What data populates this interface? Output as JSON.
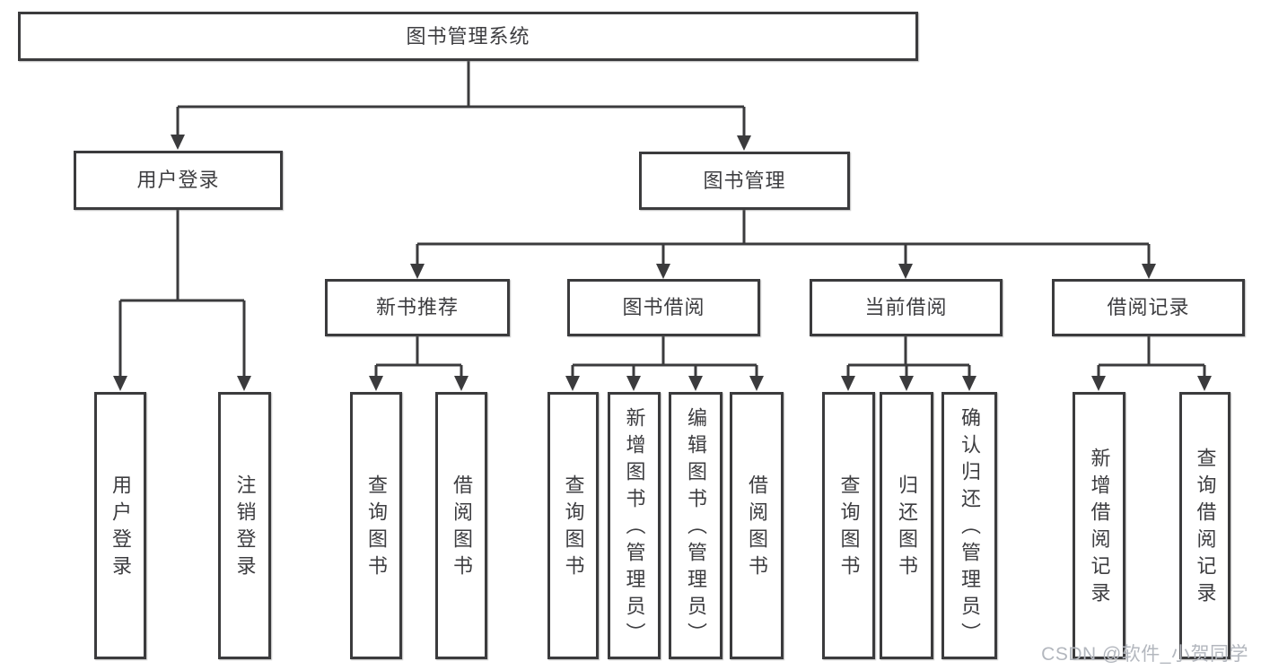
{
  "diagram": {
    "type": "hierarchy-tree",
    "title": "图书管理系统",
    "structure": {
      "图书管理系统": {
        "用户登录": [
          "用户登录",
          "注销登录"
        ],
        "图书管理": {
          "新书推荐": [
            "查询图书",
            "借阅图书"
          ],
          "图书借阅": [
            "查询图书",
            "新增图书（管理员）",
            "编辑图书（管理员）",
            "借阅图书"
          ],
          "当前借阅": [
            "查询图书",
            "归还图书",
            "确认归还（管理员）"
          ],
          "借阅记录": [
            "新增借阅记录",
            "查询借阅记录"
          ]
        }
      }
    }
  },
  "nodes": {
    "root": {
      "label": "图书管理系统"
    },
    "user_login": {
      "label": "用户登录"
    },
    "book_mgmt": {
      "label": "图书管理"
    },
    "new_book_rec": {
      "label": "新书推荐"
    },
    "book_borrow": {
      "label": "图书借阅"
    },
    "current_borrow": {
      "label": "当前借阅"
    },
    "borrow_records": {
      "label": "借阅记录"
    },
    "leaf_user_login": {
      "label": "用户登录"
    },
    "leaf_logout": {
      "label": "注销登录"
    },
    "leaf_query_book_1": {
      "label": "查询图书"
    },
    "leaf_borrow_book_1": {
      "label": "借阅图书"
    },
    "leaf_query_book_2": {
      "label": "查询图书"
    },
    "leaf_add_book": {
      "label": "新增图书（管理员）"
    },
    "leaf_edit_book": {
      "label": "编辑图书（管理员）"
    },
    "leaf_borrow_book_2": {
      "label": "借阅图书"
    },
    "leaf_query_book_3": {
      "label": "查询图书"
    },
    "leaf_return_book": {
      "label": "归还图书"
    },
    "leaf_confirm_return": {
      "label": "确认归还（管理员）"
    },
    "leaf_add_record": {
      "label": "新增借阅记录"
    },
    "leaf_query_record": {
      "label": "查询借阅记录"
    }
  },
  "watermark": {
    "text": "CSDN @软件_小贺同学"
  },
  "colors": {
    "line": "#3b3b3d",
    "box_border": "#3b3b3d",
    "text": "#3d3d40",
    "watermark": "#b3b7be",
    "background": "#ffffff"
  }
}
